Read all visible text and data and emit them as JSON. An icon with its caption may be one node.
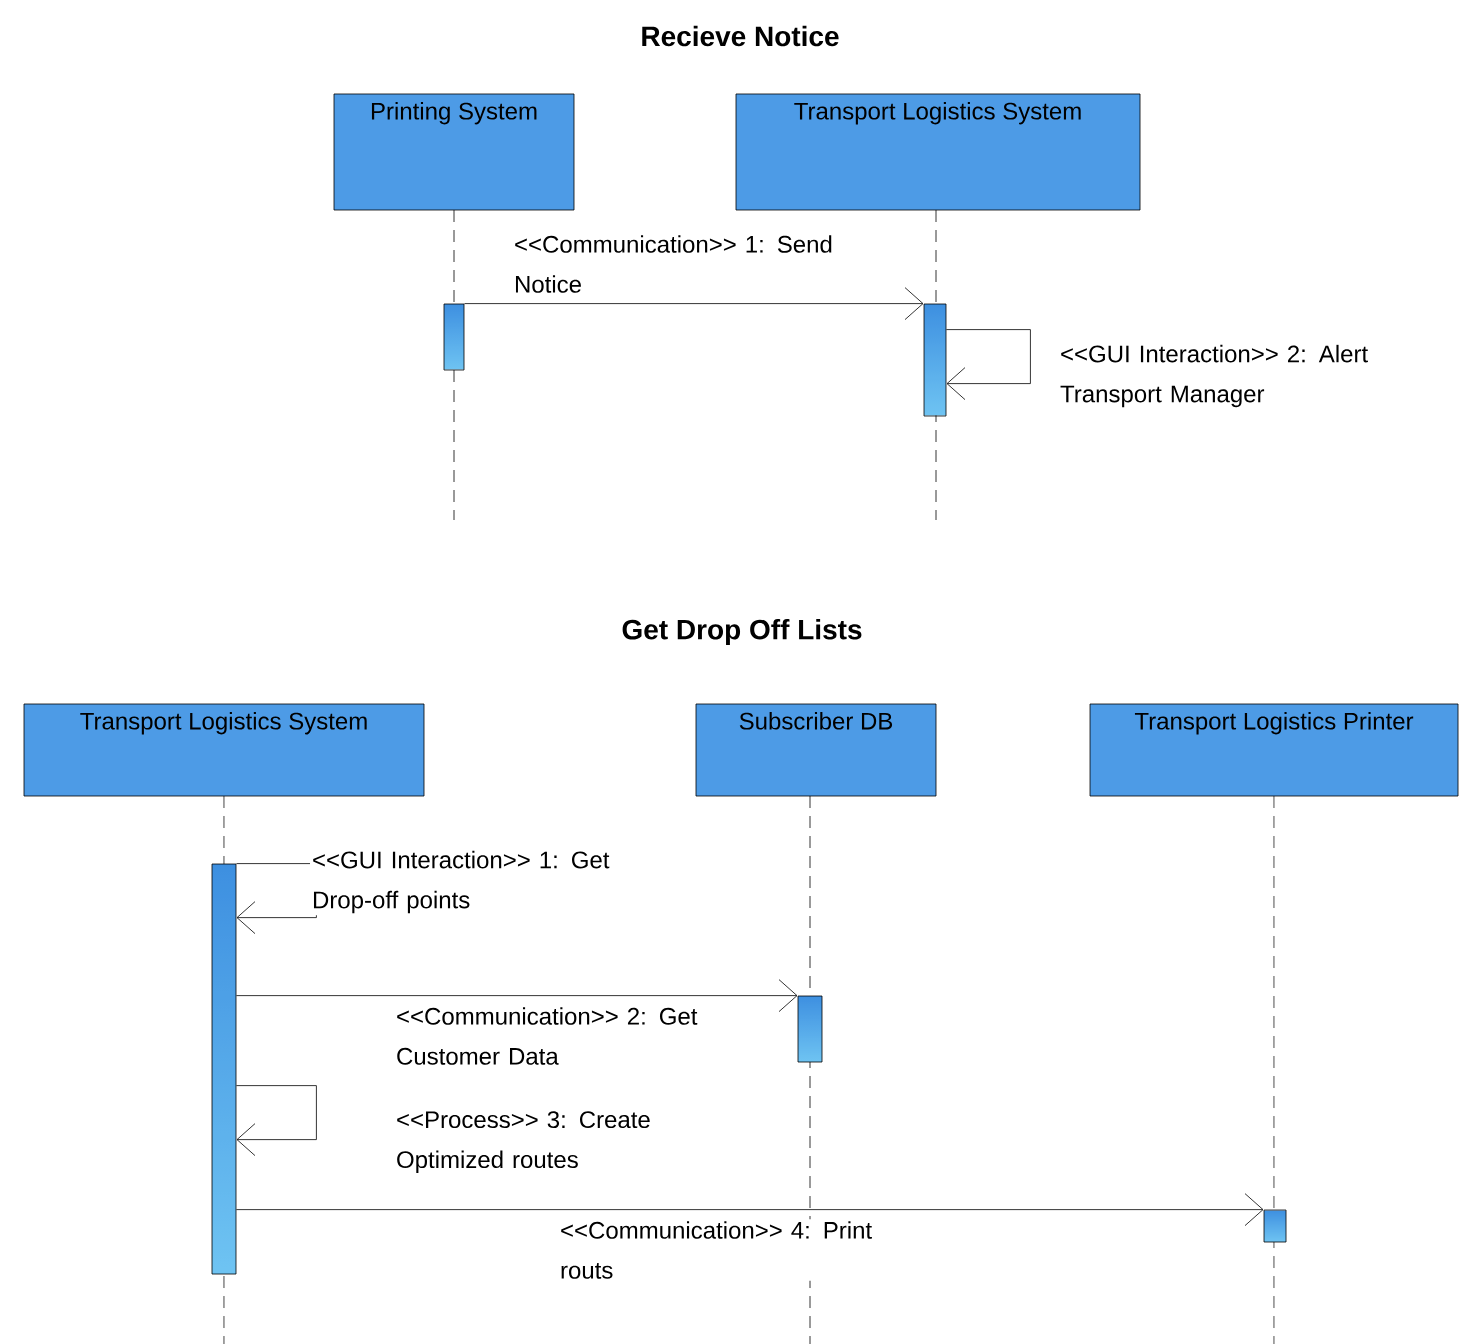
{
  "diagram": {
    "nodes": [
      {
        "text": [
          "Printing System"
        ]
      },
      {
        "text": [
          "Transport Logistics System"
        ]
      },
      {
        "text": [],
        "shape": "bar"
      },
      {
        "text": [],
        "shape": "bar"
      },
      {
        "text": [
          "Transport Logistics System"
        ]
      },
      {
        "text": [
          "Subscriber DB"
        ]
      },
      {
        "text": [
          "Transport Logistics Printer"
        ]
      },
      {
        "text": [],
        "shape": "bar"
      },
      {
        "text": [],
        "shape": "bar"
      },
      {
        "text": [],
        "shape": "bar"
      }
    ],
    "edges": [
      {
        "from": 2,
        "to": 3,
        "arrow": "to",
        "label": "<<Communication>> 1: Send Notice"
      },
      {
        "from": 3,
        "to": 3,
        "arrow": "to",
        "label": "<<GUI Interaction>> 2: Alert Transport Manager"
      },
      {
        "from": 7,
        "to": 7,
        "arrow": "to",
        "label": "<<GUI Interaction>> 1: Get Drop-off points"
      },
      {
        "from": 7,
        "to": 8,
        "arrow": "to",
        "label": "<<Communication>> 2: Get Customer Data"
      },
      {
        "from": 7,
        "to": 7,
        "arrow": "to",
        "label": "<<Process>> 3: Create Optimized routes"
      },
      {
        "from": 7,
        "to": 9,
        "arrow": "to",
        "label": "<<Communication>> 4: Print routs"
      }
    ],
    "labels": [
      "Recieve Notice",
      "Get Drop Off Lists"
    ]
  }
}
